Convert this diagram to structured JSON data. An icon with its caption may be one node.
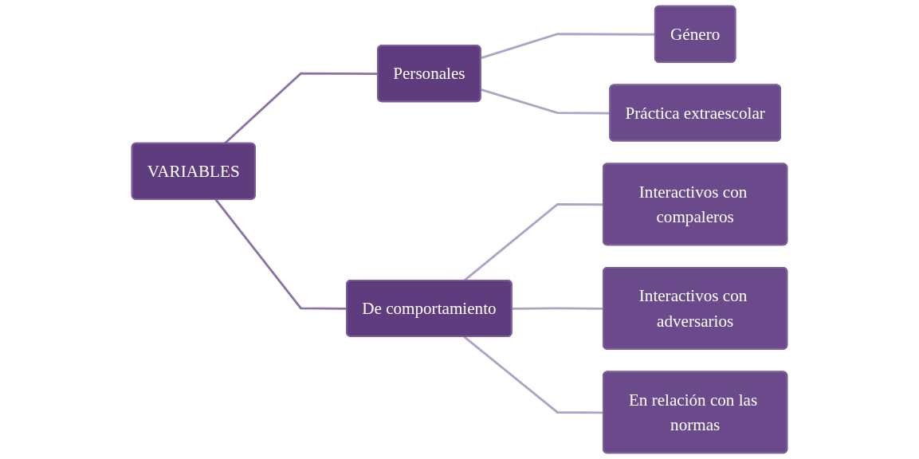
{
  "diagram": {
    "nodes": [
      {
        "text": [
          "VARIABLES"
        ]
      },
      {
        "text": [
          "Personales"
        ]
      },
      {
        "text": [
          "De comportamiento"
        ]
      },
      {
        "text": [
          "Género"
        ]
      },
      {
        "text": [
          "Práctica extraescolar"
        ]
      },
      {
        "text": [
          "Interactivos con compaleros"
        ]
      },
      {
        "text": [
          "Interactivos con adversarios"
        ]
      },
      {
        "text": [
          "En relación con las normas"
        ]
      }
    ],
    "edges": [
      {
        "from": 0,
        "to": 1,
        "arrow": "none",
        "color": "#8b73a6"
      },
      {
        "from": 0,
        "to": 2,
        "arrow": "none",
        "color": "#8b73a6"
      },
      {
        "from": 1,
        "to": 3,
        "arrow": "none"
      },
      {
        "from": 1,
        "to": 4,
        "arrow": "none"
      },
      {
        "from": 2,
        "to": 5,
        "arrow": "none"
      },
      {
        "from": 2,
        "to": 6,
        "arrow": "none"
      },
      {
        "from": 2,
        "to": 7,
        "arrow": "none"
      }
    ]
  }
}
